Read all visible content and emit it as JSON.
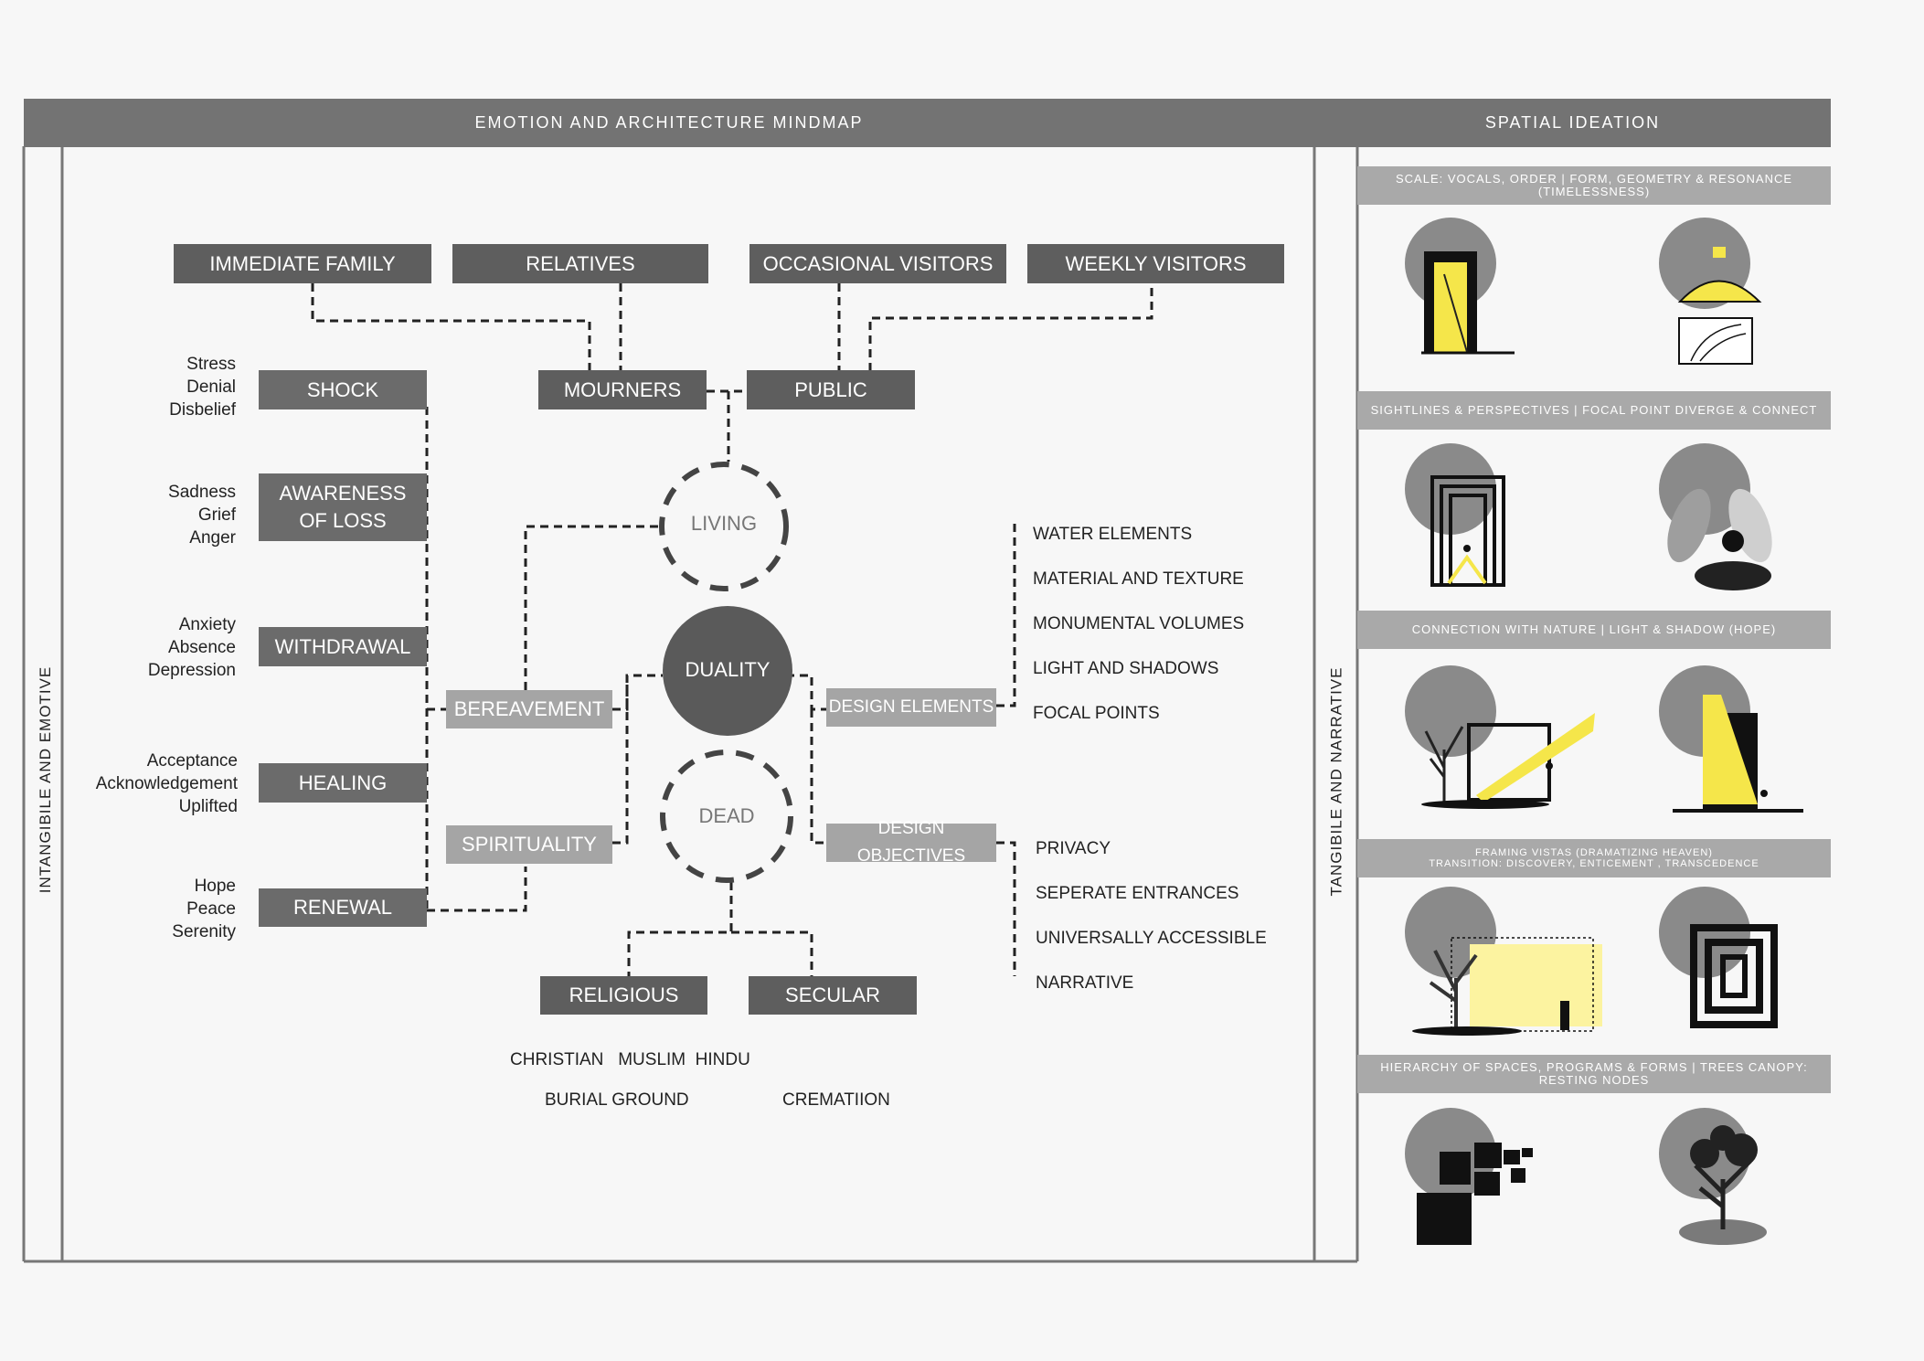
{
  "headers": {
    "mindmap": "EMOTION AND ARCHITECTURE MINDMAP",
    "spatial": "SPATIAL IDEATION",
    "left_side": "INTANGIBILE AND EMOTIVE",
    "right_side": "TANGIBILE AND NARRATIVE"
  },
  "visitors": {
    "immediate_family": "IMMEDIATE FAMILY",
    "relatives": "RELATIVES",
    "occasional": "OCCASIONAL VISITORS",
    "weekly": "WEEKLY VISITORS",
    "mourners": "MOURNERS",
    "public": "PUBLIC"
  },
  "stages": [
    {
      "label": "SHOCK",
      "emotions": [
        "Stress",
        "Denial",
        "Disbelief"
      ]
    },
    {
      "label": "AWARENESS OF LOSS",
      "emotions": [
        "Sadness",
        "Grief",
        "Anger"
      ]
    },
    {
      "label": "WITHDRAWAL",
      "emotions": [
        "Anxiety",
        "Absence",
        "Depression"
      ]
    },
    {
      "label": "HEALING",
      "emotions": [
        "Acceptance",
        "Acknowledgement",
        "Uplifted"
      ]
    },
    {
      "label": "RENEWAL",
      "emotions": [
        "Hope",
        "Peace",
        "Serenity"
      ]
    }
  ],
  "center": {
    "living": "LIVING",
    "duality": "DUALITY",
    "dead": "DEAD",
    "bereavement": "BEREAVEMENT",
    "spirituality": "SPIRITUALITY",
    "design_elements": "DESIGN ELEMENTS",
    "design_objectives": "DESIGN OBJECTIVES",
    "religious": "RELIGIOUS",
    "secular": "SECULAR"
  },
  "design_elements": [
    "WATER ELEMENTS",
    "MATERIAL AND TEXTURE",
    "MONUMENTAL VOLUMES",
    "LIGHT AND SHADOWS",
    "FOCAL POINTS"
  ],
  "design_objectives": [
    "PRIVACY",
    "SEPERATE ENTRANCES",
    "UNIVERSALLY ACCESSIBLE",
    "NARRATIVE"
  ],
  "religions": "CHRISTIAN   MUSLIM  HINDU",
  "burial": "BURIAL GROUND",
  "cremation": "CREMATIION",
  "spatial_sections": [
    "SCALE: VOCALS, ORDER | FORM, GEOMETRY & RESONANCE (TIMELESSNESS)",
    "SIGHTLINES & PERSPECTIVES | FOCAL POINT DIVERGE & CONNECT",
    "CONNECTION WITH NATURE | LIGHT & SHADOW (HOPE)",
    "FRAMING VISTAS (DRAMATIZING HEAVEN)",
    "TRANSITION: DISCOVERY, ENTICEMENT , TRANSCEDENCE",
    "HIERARCHY OF SPACES, PROGRAMS & FORMS | TREES CANOPY: RESTING NODES"
  ],
  "colors": {
    "header": "#737373",
    "dark": "#5e5e5e",
    "light": "#a5a5a5",
    "accent": "#f7e64a"
  }
}
